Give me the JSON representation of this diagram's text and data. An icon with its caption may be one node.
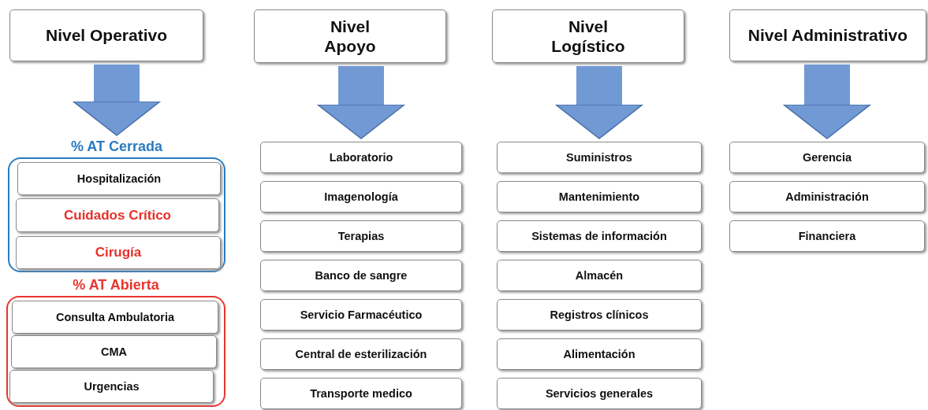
{
  "diagram": {
    "nodes": [
      {
        "text": [
          "Nivel Operativo"
        ]
      },
      {
        "text": [
          "Nivel Apoyo"
        ]
      },
      {
        "text": [
          "Nivel Logístico"
        ]
      },
      {
        "text": [
          "Nivel Administrativo"
        ]
      },
      {
        "text": [
          "% AT Cerrada"
        ]
      },
      {
        "text": [
          "Hospitalización"
        ],
        "in": 4
      },
      {
        "text": [
          "Cuidados Crítico"
        ],
        "in": 4
      },
      {
        "text": [
          "Cirugía"
        ],
        "in": 4
      },
      {
        "text": [
          "% AT Abierta"
        ]
      },
      {
        "text": [
          "Consulta Ambulatoria"
        ],
        "in": 8
      },
      {
        "text": [
          "CMA"
        ],
        "in": 8
      },
      {
        "text": [
          "Urgencias"
        ],
        "in": 8
      },
      {
        "text": [
          "Laboratorio"
        ]
      },
      {
        "text": [
          "Imagenología"
        ]
      },
      {
        "text": [
          "Terapias"
        ]
      },
      {
        "text": [
          "Banco de sangre"
        ]
      },
      {
        "text": [
          "Servicio Farmacéutico"
        ]
      },
      {
        "text": [
          "Central de esterilización"
        ]
      },
      {
        "text": [
          "Transporte medico"
        ]
      },
      {
        "text": [
          "Suministros"
        ]
      },
      {
        "text": [
          "Mantenimiento"
        ]
      },
      {
        "text": [
          "Sistemas de información"
        ]
      },
      {
        "text": [
          "Almacén"
        ]
      },
      {
        "text": [
          "Registros clínicos"
        ]
      },
      {
        "text": [
          "Alimentación"
        ]
      },
      {
        "text": [
          "Servicios generales"
        ]
      },
      {
        "text": [
          "Gerencia"
        ]
      },
      {
        "text": [
          "Administración"
        ]
      },
      {
        "text": [
          "Financiera"
        ]
      }
    ],
    "edges": [
      {
        "from": 0,
        "to": 4,
        "arrow": "to"
      },
      {
        "from": 1,
        "to": 12,
        "arrow": "to"
      },
      {
        "from": 2,
        "to": 19,
        "arrow": "to"
      },
      {
        "from": 3,
        "to": 26,
        "arrow": "to"
      }
    ]
  }
}
